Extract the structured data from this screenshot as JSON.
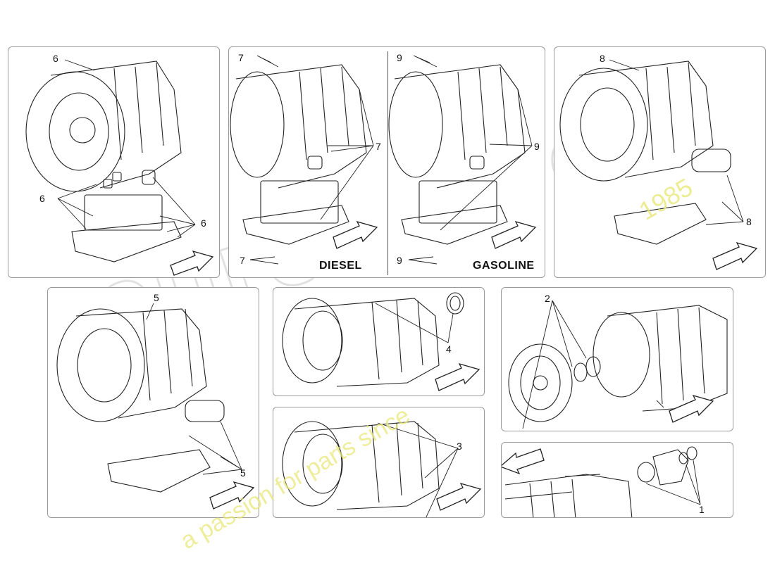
{
  "panels": {
    "p1": {
      "labels": [
        "6",
        "6",
        "6"
      ]
    },
    "p2": {
      "labels": [
        "7",
        "7",
        "7"
      ],
      "variant": "DIESEL"
    },
    "p3": {
      "labels": [
        "9",
        "9",
        "9"
      ],
      "variant": "GASOLINE"
    },
    "p4": {
      "labels": [
        "8",
        "8"
      ]
    },
    "p5": {
      "labels": [
        "5",
        "5"
      ]
    },
    "p6": {
      "labels": [
        "4"
      ]
    },
    "p7": {
      "labels": [
        "3"
      ]
    },
    "p8": {
      "labels": [
        "2"
      ]
    },
    "p9": {
      "labels": [
        "1"
      ]
    }
  },
  "watermark": {
    "brand": "eurospares",
    "tagline": "a passion for parts since",
    "year": "1985"
  },
  "colors": {
    "line": "#222222",
    "border": "#9a9a9a",
    "watermark_text": "#e8e87a"
  }
}
